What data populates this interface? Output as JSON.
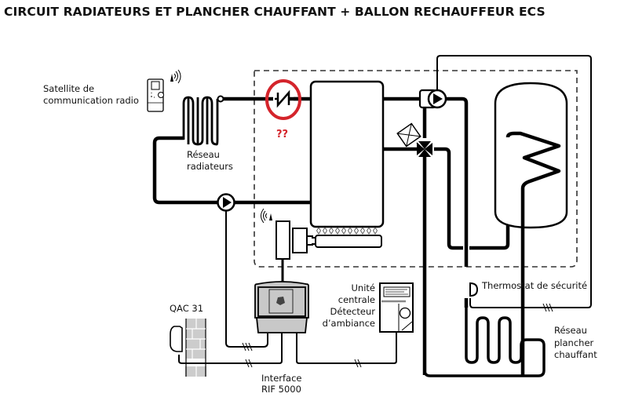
{
  "title": "CIRCUIT RADIATEURS ET PLANCHER CHAUFFANT + BALLON RECHAUFFEUR ECS",
  "labels": {
    "satellite_line1": "Satellite de",
    "satellite_line2": "communication radio",
    "radiateurs_line1": "Réseau",
    "radiateurs_line2": "radiateurs",
    "unknown_component": "??",
    "qac": "QAC 31",
    "interface_line1": "Interface",
    "interface_line2": "RIF 5000",
    "unite_line1": "Unité",
    "unite_line2": "centrale",
    "unite_line3": "Détecteur",
    "unite_line4": "d’ambiance",
    "thermostat": "Thermostat de sécurité",
    "plancher_line1": "Réseau",
    "plancher_line2": "plancher",
    "plancher_line3": "chauffant"
  },
  "colors": {
    "highlight": "#d4242b",
    "pipe": "#000000",
    "wall": "#cccccc",
    "interface_body": "#c8c8c8"
  }
}
